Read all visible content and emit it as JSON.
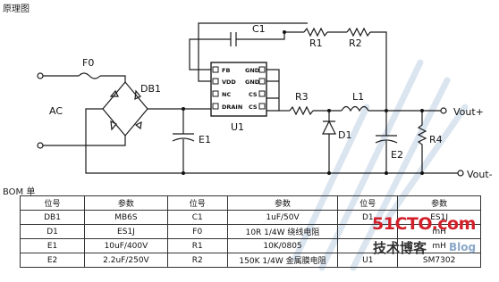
{
  "titles": {
    "schematic": "原理图",
    "bom": "BOM 单"
  },
  "schematic_labels": {
    "fuse": "F0",
    "bridge": "DB1",
    "ac": "AC",
    "c1": "C1",
    "r1": "R1",
    "r2": "R2",
    "r3": "R3",
    "r4": "R4",
    "l1": "L1",
    "d1": "D1",
    "e1": "E1",
    "e2": "E2",
    "u1": "U1",
    "vout_pos": "Vout+",
    "vout_neg": "Vout-"
  },
  "ic_pins": {
    "fb": "FB",
    "vdd": "VDD",
    "nc": "NC",
    "drain": "DRAIN",
    "gnd1": "GND",
    "gnd2": "GND",
    "cs1": "CS",
    "cs2": "CS"
  },
  "bom_table": {
    "headers": [
      "位号",
      "参数",
      "位号",
      "参数",
      "位号",
      "参数"
    ],
    "rows": [
      [
        "DB1",
        "MB6S",
        "C1",
        "1uF/50V",
        "D1",
        "ES1J"
      ],
      [
        "D1",
        "ES1J",
        "F0",
        "10R 1/4W 绕线电阻",
        "",
        "mH"
      ],
      [
        "E1",
        "10uF/400V",
        "R1",
        "10K/0805",
        "",
        "mH"
      ],
      [
        "E2",
        "2.2uF/250V",
        "R2",
        "150K 1/4W 金属膜电阻",
        "U1",
        "SM7302"
      ]
    ]
  },
  "watermark": {
    "line1": "51CTO.com",
    "line2": "技术博客",
    "line3": "Blog"
  },
  "colors": {
    "watermark_red": "#d21f2a",
    "watermark_blue": "#8aa8c8"
  }
}
